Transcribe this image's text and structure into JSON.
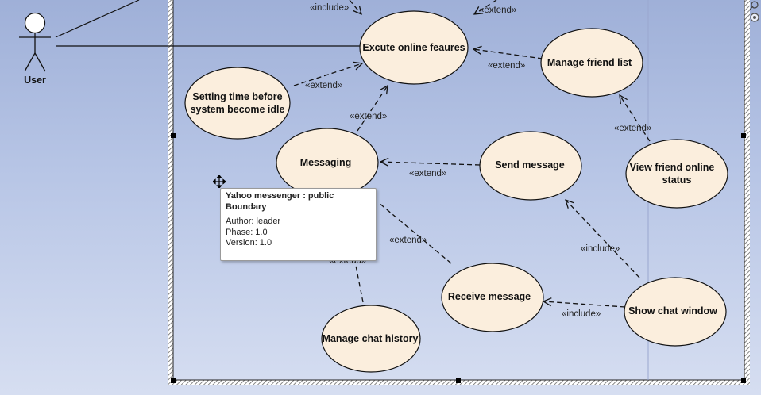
{
  "actor": {
    "label": "User"
  },
  "use_cases": {
    "execute_online_features": "Excute online feaures",
    "manage_friend_list": "Manage friend list",
    "setting_time_line1": "Setting time before",
    "setting_time_line2": "system become idle",
    "messaging": "Messaging",
    "send_message": "Send message",
    "view_friend_status_line1": "View friend online",
    "view_friend_status_line2": "status",
    "receive_message": "Receive message",
    "show_chat_window": "Show chat window",
    "manage_chat_history": "Manage chat history"
  },
  "relations": {
    "include_top": "«include»",
    "extend_top_right": "«extend»",
    "extend_manage_friend": "«extend»",
    "extend_setting_time": "«extend»",
    "extend_messaging": "«extend»",
    "extend_view_friend": "«extend»",
    "extend_send_message": "«extend»",
    "extend_receive_message": "«extend»",
    "include_show_chat_send": "«include»",
    "include_show_chat_receive": "«include»",
    "extend_chat_history": "«extend»"
  },
  "tooltip": {
    "title": "Yahoo messenger : public Boundary",
    "author": "Author: leader",
    "phase": "Phase: 1.0",
    "version": "Version: 1.0"
  },
  "colors": {
    "use_case_fill": "#fbeedd",
    "line": "#111111"
  }
}
